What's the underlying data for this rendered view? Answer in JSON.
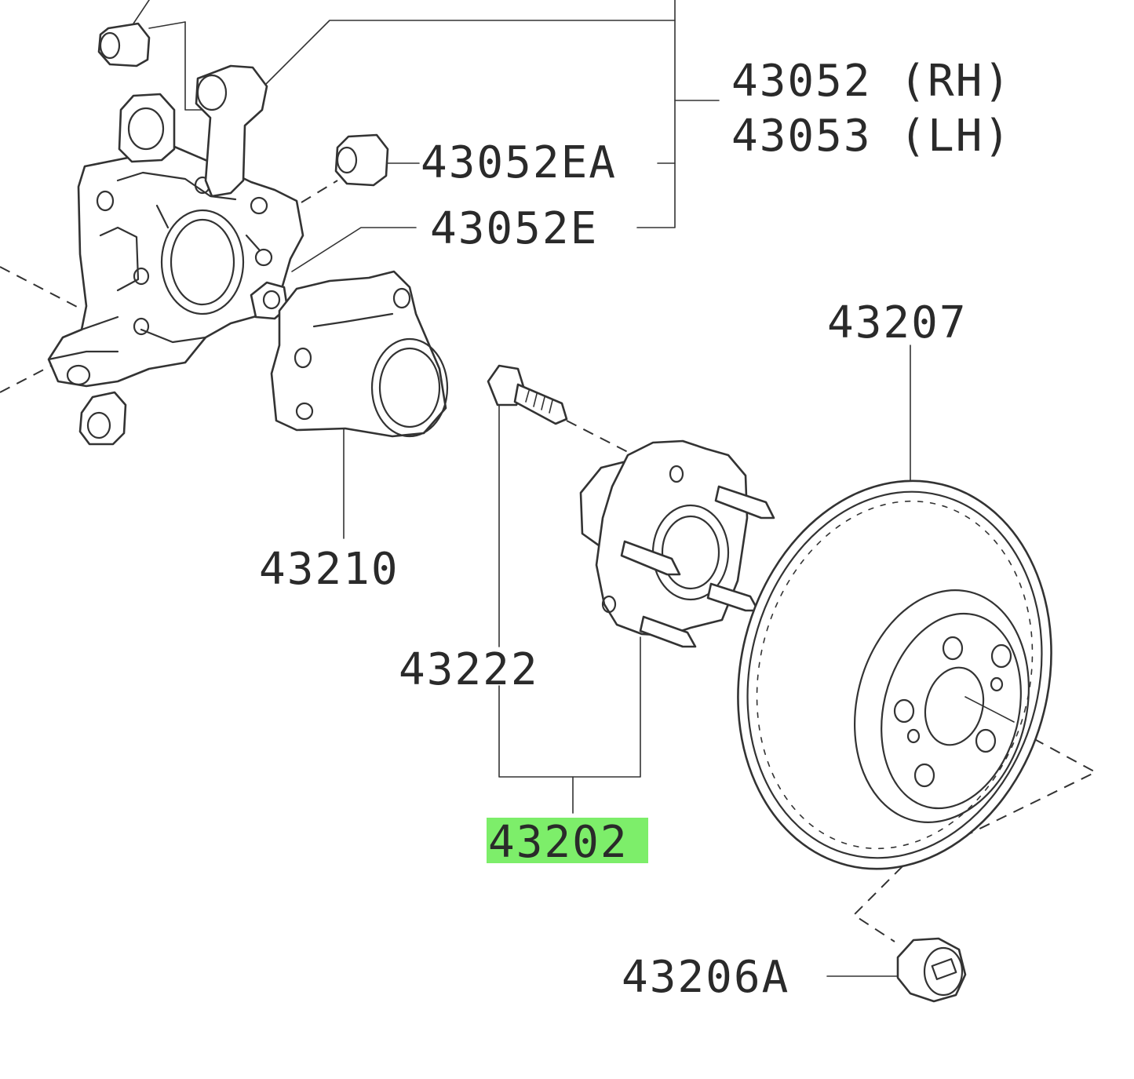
{
  "labels": {
    "rh": "43052 (RH)",
    "lh": "43053 (LH)",
    "bushing_a": "43052EA",
    "bushing": "43052E",
    "rotor": "43207",
    "bearing": "43210",
    "hub_bolt": "43222",
    "hub_assembly": "43202",
    "plug": "43206A"
  },
  "colors": {
    "highlight": "#7dee6a",
    "line": "#333333"
  },
  "highlighted_part": "43202"
}
